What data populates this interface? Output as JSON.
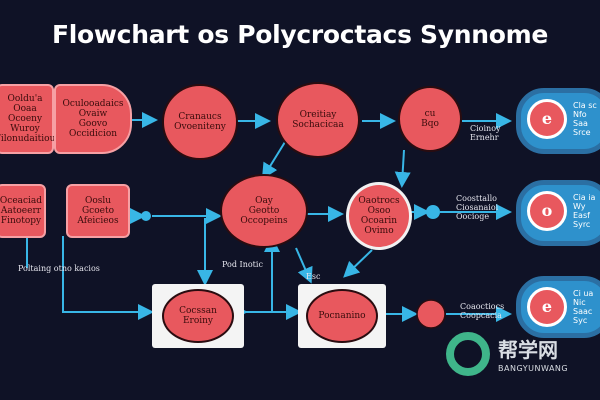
{
  "title": "Flowchart os Polycroctacs Synnome",
  "colors": {
    "background": "#0f1226",
    "node_fill": "#e8585e",
    "arrow": "#38b6e6",
    "pill_fill": "#2e91cc",
    "panel": "#f4f4f4"
  },
  "nodes": {
    "top_left_box": "Ooldu'a Ooaa\nOcoeny\nWuroy\nFilonudaitiou",
    "top_mid_box": "Oculooadaics\nOvaiw\nGoovo\nOccidicion",
    "top_ellipse_1": "Cranaucs\nOvoeniteny",
    "top_ellipse_2": "Oreitiay\nSochacicaa",
    "top_ellipse_3": "cu\nBqo",
    "mid_left_box": "Oceaciad\nAatoeerr\nFinotopy",
    "mid_box_2": "Ooslu\nGcoeto\nAfeicieos",
    "center_ellipse": "Oay\nGeotto\nOccopeins",
    "mid_ellipse": "Oaotrocs\nOsoo\nOcoarin\nOvimo",
    "bottom_ellipse_1": "Cocssan\nEroiny",
    "bottom_ellipse_2": "Pocnanino"
  },
  "pills": {
    "top": "Cla sc\nNfo\nSaa\nSrce",
    "mid": "Cia ia\nWy\nEasf\nSyrc",
    "bottom": "Ci ua\nNic\nSaac\nSyc"
  },
  "labels": {
    "left_caption": "Poltaing otno  kacios",
    "center_caption": "Pod  Inotic",
    "center_small": "Esc",
    "top_right": "Cioinoy\nErnehr",
    "mid_right": "Coosttallo\nCiosanaioi\nOocioge",
    "bottom_right": "Coaoctiocs\nCoopcacia"
  },
  "watermark": {
    "cn": "帮学网",
    "en": "BANGYUNWANG"
  }
}
